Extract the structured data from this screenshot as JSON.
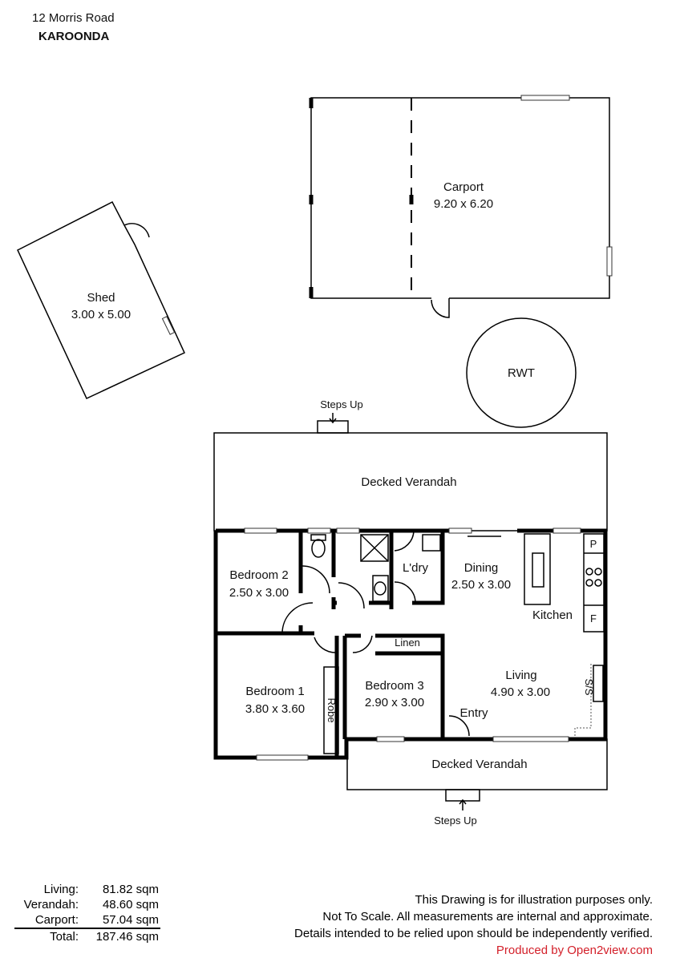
{
  "header": {
    "address": "12 Morris Road",
    "suburb": "KAROONDA"
  },
  "rooms": {
    "shed": {
      "name": "Shed",
      "size": "3.00 x 5.00"
    },
    "carport": {
      "name": "Carport",
      "size": "9.20 x 6.20"
    },
    "rwt": {
      "name": "RWT"
    },
    "steps_top": "Steps Up",
    "steps_bottom": "Steps Up",
    "verandah_top": "Decked Verandah",
    "verandah_bottom": "Decked Verandah",
    "bedroom2": {
      "name": "Bedroom 2",
      "size": "2.50 x 3.00"
    },
    "bedroom1": {
      "name": "Bedroom 1",
      "size": "3.80 x 3.60"
    },
    "bedroom3": {
      "name": "Bedroom 3",
      "size": "2.90 x 3.00"
    },
    "laundry": {
      "name": "L'dry"
    },
    "dining": {
      "name": "Dining",
      "size": "2.50 x 3.00"
    },
    "kitchen": {
      "name": "Kitchen"
    },
    "living": {
      "name": "Living",
      "size": "4.90 x 3.00"
    },
    "entry": "Entry",
    "linen": "Linen",
    "robe": "Robe",
    "pantry": "P",
    "fridge": "F",
    "ss": "S/S"
  },
  "areas": [
    {
      "label": "Living:",
      "value": "81.82 sqm"
    },
    {
      "label": "Verandah:",
      "value": "48.60 sqm"
    },
    {
      "label": "Carport:",
      "value": "57.04 sqm"
    }
  ],
  "total": {
    "label": "Total:",
    "value": "187.46 sqm"
  },
  "disclaimer": [
    "This Drawing is for illustration purposes only.",
    "Not To Scale. All measurements are internal and approximate.",
    "Details intended to be relied upon should be independently verified."
  ],
  "producer": "Produced by Open2view.com",
  "colors": {
    "producer": "#d3202a"
  }
}
